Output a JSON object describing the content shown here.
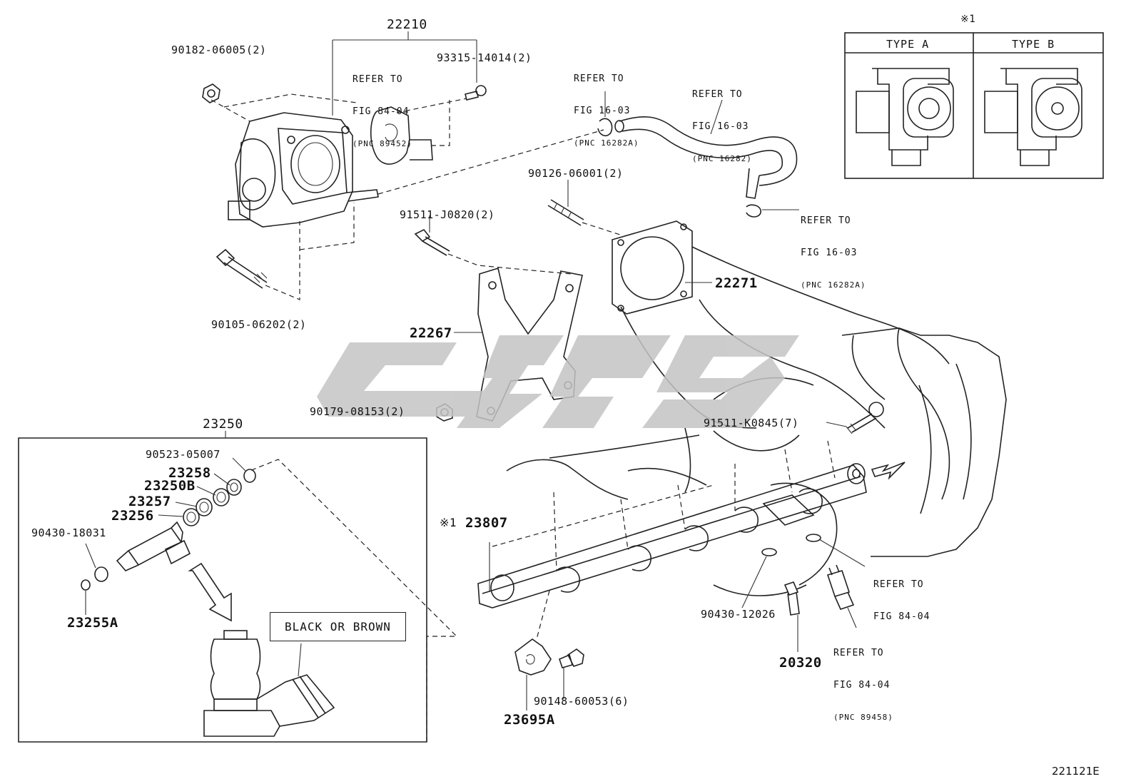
{
  "colors": {
    "line": "#222222",
    "background": "#ffffff",
    "watermark": "#c4c4c4"
  },
  "labels": {
    "p22210": "22210",
    "p90182_06005": "90182-06005(2)",
    "p93315_14014": "93315-14014(2)",
    "p90105_06202": "90105-06202(2)",
    "p90126_06001": "90126-06001(2)",
    "p91511_J0820": "91511-J0820(2)",
    "p22271": "22271",
    "p22267": "22267",
    "p90179_08153": "90179-08153(2)",
    "p91511_K0845": "91511-K0845(7)",
    "p23250": "23250",
    "p90523_05007": "90523-05007",
    "p23258": "23258",
    "p23250B": "23250B",
    "p23257": "23257",
    "p23256": "23256",
    "p90430_18031": "90430-18031",
    "p23255A": "23255A",
    "p23807_mark": "※1",
    "p23807": "23807",
    "p90430_12026": "90430-12026",
    "p20320": "20320",
    "p90148_60053": "90148-60053(6)",
    "p23695A": "23695A"
  },
  "references": {
    "r_fig8404_a": {
      "line1": "REFER TO",
      "line2": "FIG 84-04",
      "pnc": "(PNC 89452)"
    },
    "r_fig1603_a": {
      "line1": "REFER TO",
      "line2": "FIG 16-03",
      "pnc": "(PNC 16282A)"
    },
    "r_fig1603_b": {
      "line1": "REFER TO",
      "line2": "FIG 16-03",
      "pnc": "(PNC 16282)"
    },
    "r_fig1603_c": {
      "line1": "REFER TO",
      "line2": "FIG 16-03",
      "pnc": "(PNC 16282A)"
    },
    "r_fig8404_b": {
      "line1": "REFER TO",
      "line2": "FIG 84-04"
    },
    "r_fig8404_c": {
      "line1": "REFER TO",
      "line2": "FIG 84-04",
      "pnc": "(PNC 89458)"
    }
  },
  "inset": {
    "mark": "※1",
    "type_a": "TYPE A",
    "type_b": "TYPE B"
  },
  "note_box": "BLACK OR BROWN",
  "figure_code": "221121E",
  "icons": {
    "watermark": "brand-watermark-graphic",
    "flow_arrow": "flow-arrow"
  }
}
